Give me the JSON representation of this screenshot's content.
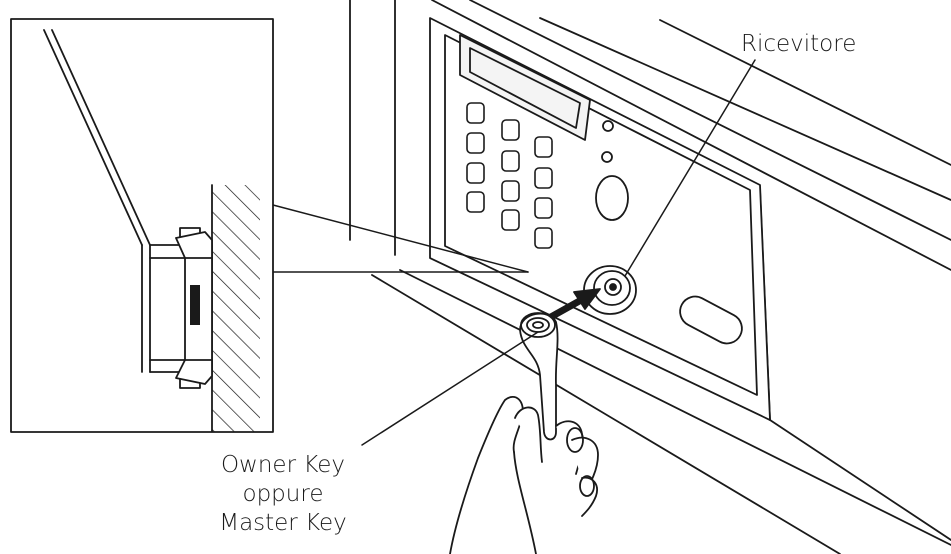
{
  "labels": {
    "receiver": "Ricevitore",
    "key_line1": "Owner Key",
    "key_line2": "oppure",
    "key_line3": "Master Key"
  },
  "colors": {
    "stroke": "#1a1a1a",
    "background": "#ffffff",
    "panel_fill": "#f7f7f7"
  }
}
